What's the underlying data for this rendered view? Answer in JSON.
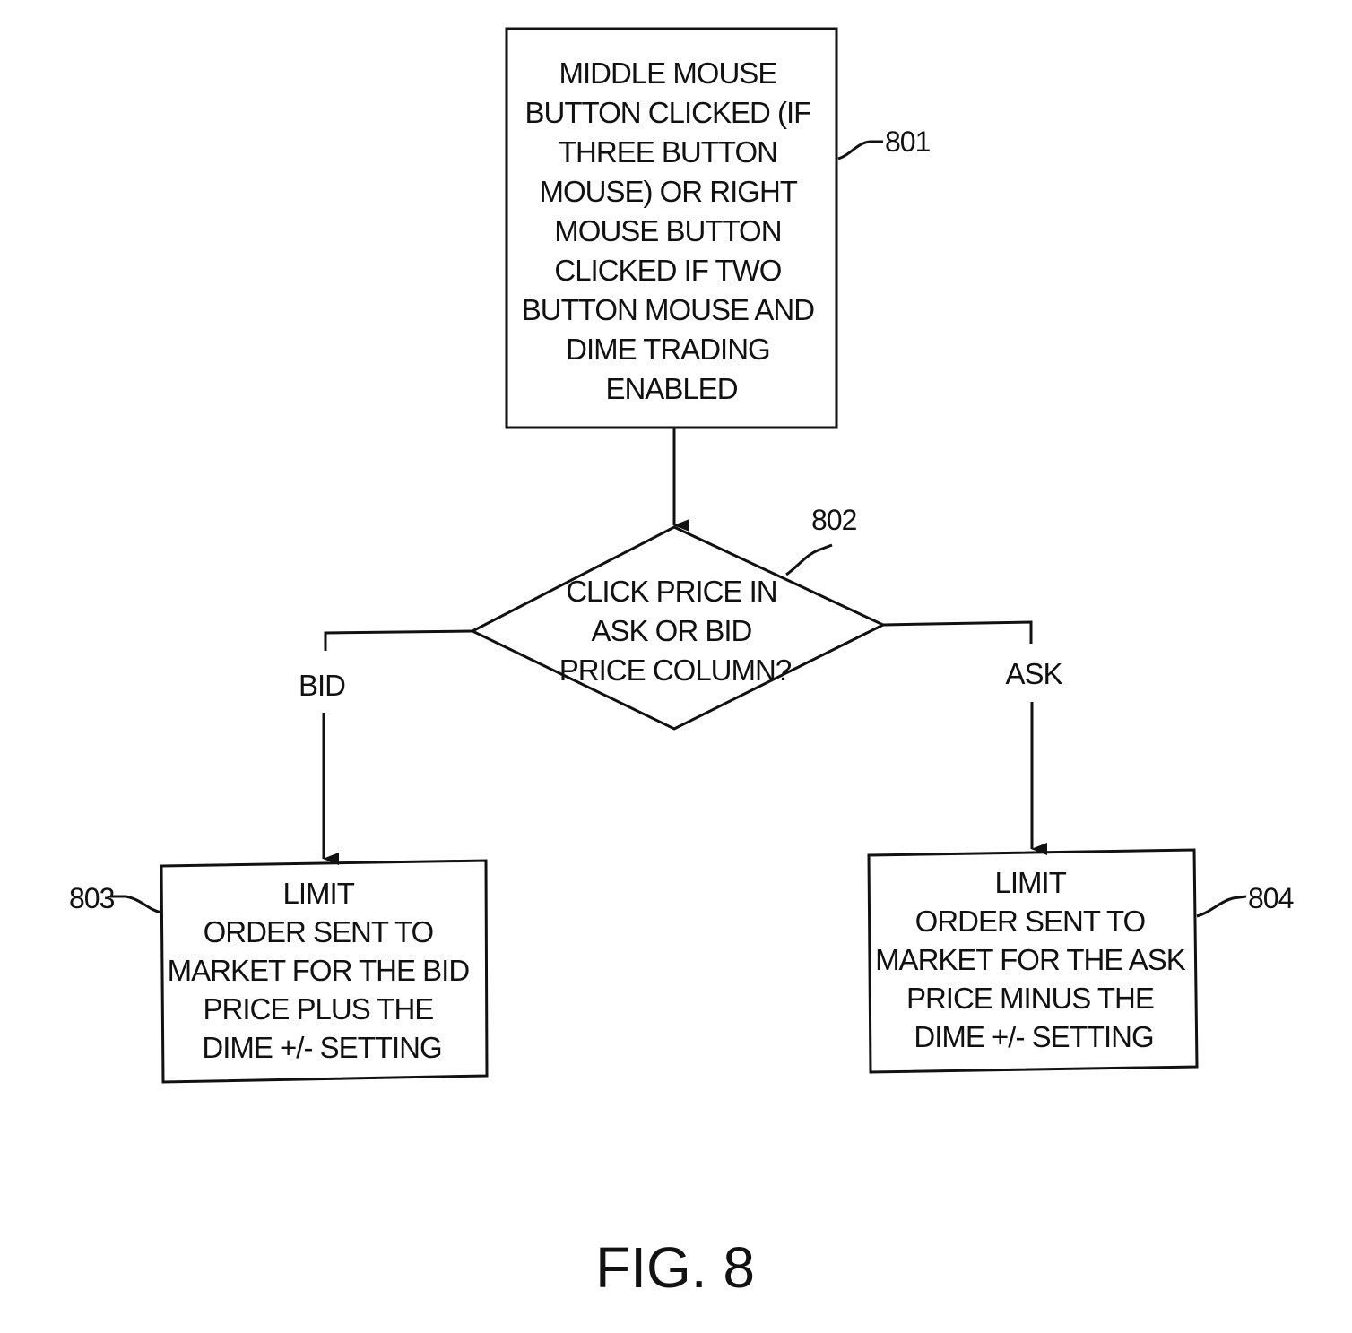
{
  "step_801": {
    "ref": "801",
    "lines": [
      "MIDDLE MOUSE",
      "BUTTON CLICKED (IF",
      "THREE BUTTON",
      "MOUSE) OR RIGHT",
      "MOUSE BUTTON",
      "CLICKED IF TWO",
      "BUTTON MOUSE AND",
      "DIME TRADING",
      "ENABLED"
    ]
  },
  "step_802": {
    "ref": "802",
    "lines": [
      "CLICK PRICE IN",
      "ASK OR BID",
      "PRICE COLUMN?"
    ]
  },
  "branch_bid": "BID",
  "branch_ask": "ASK",
  "step_803": {
    "ref": "803",
    "lines": [
      "LIMIT",
      "ORDER SENT TO",
      "MARKET FOR THE BID",
      "PRICE PLUS THE",
      "DIME +/- SETTING"
    ]
  },
  "step_804": {
    "ref": "804",
    "lines": [
      "LIMIT",
      "ORDER SENT TO",
      "MARKET FOR THE ASK",
      "PRICE MINUS THE",
      "DIME +/- SETTING"
    ]
  },
  "figure_label": "FIG. 8"
}
